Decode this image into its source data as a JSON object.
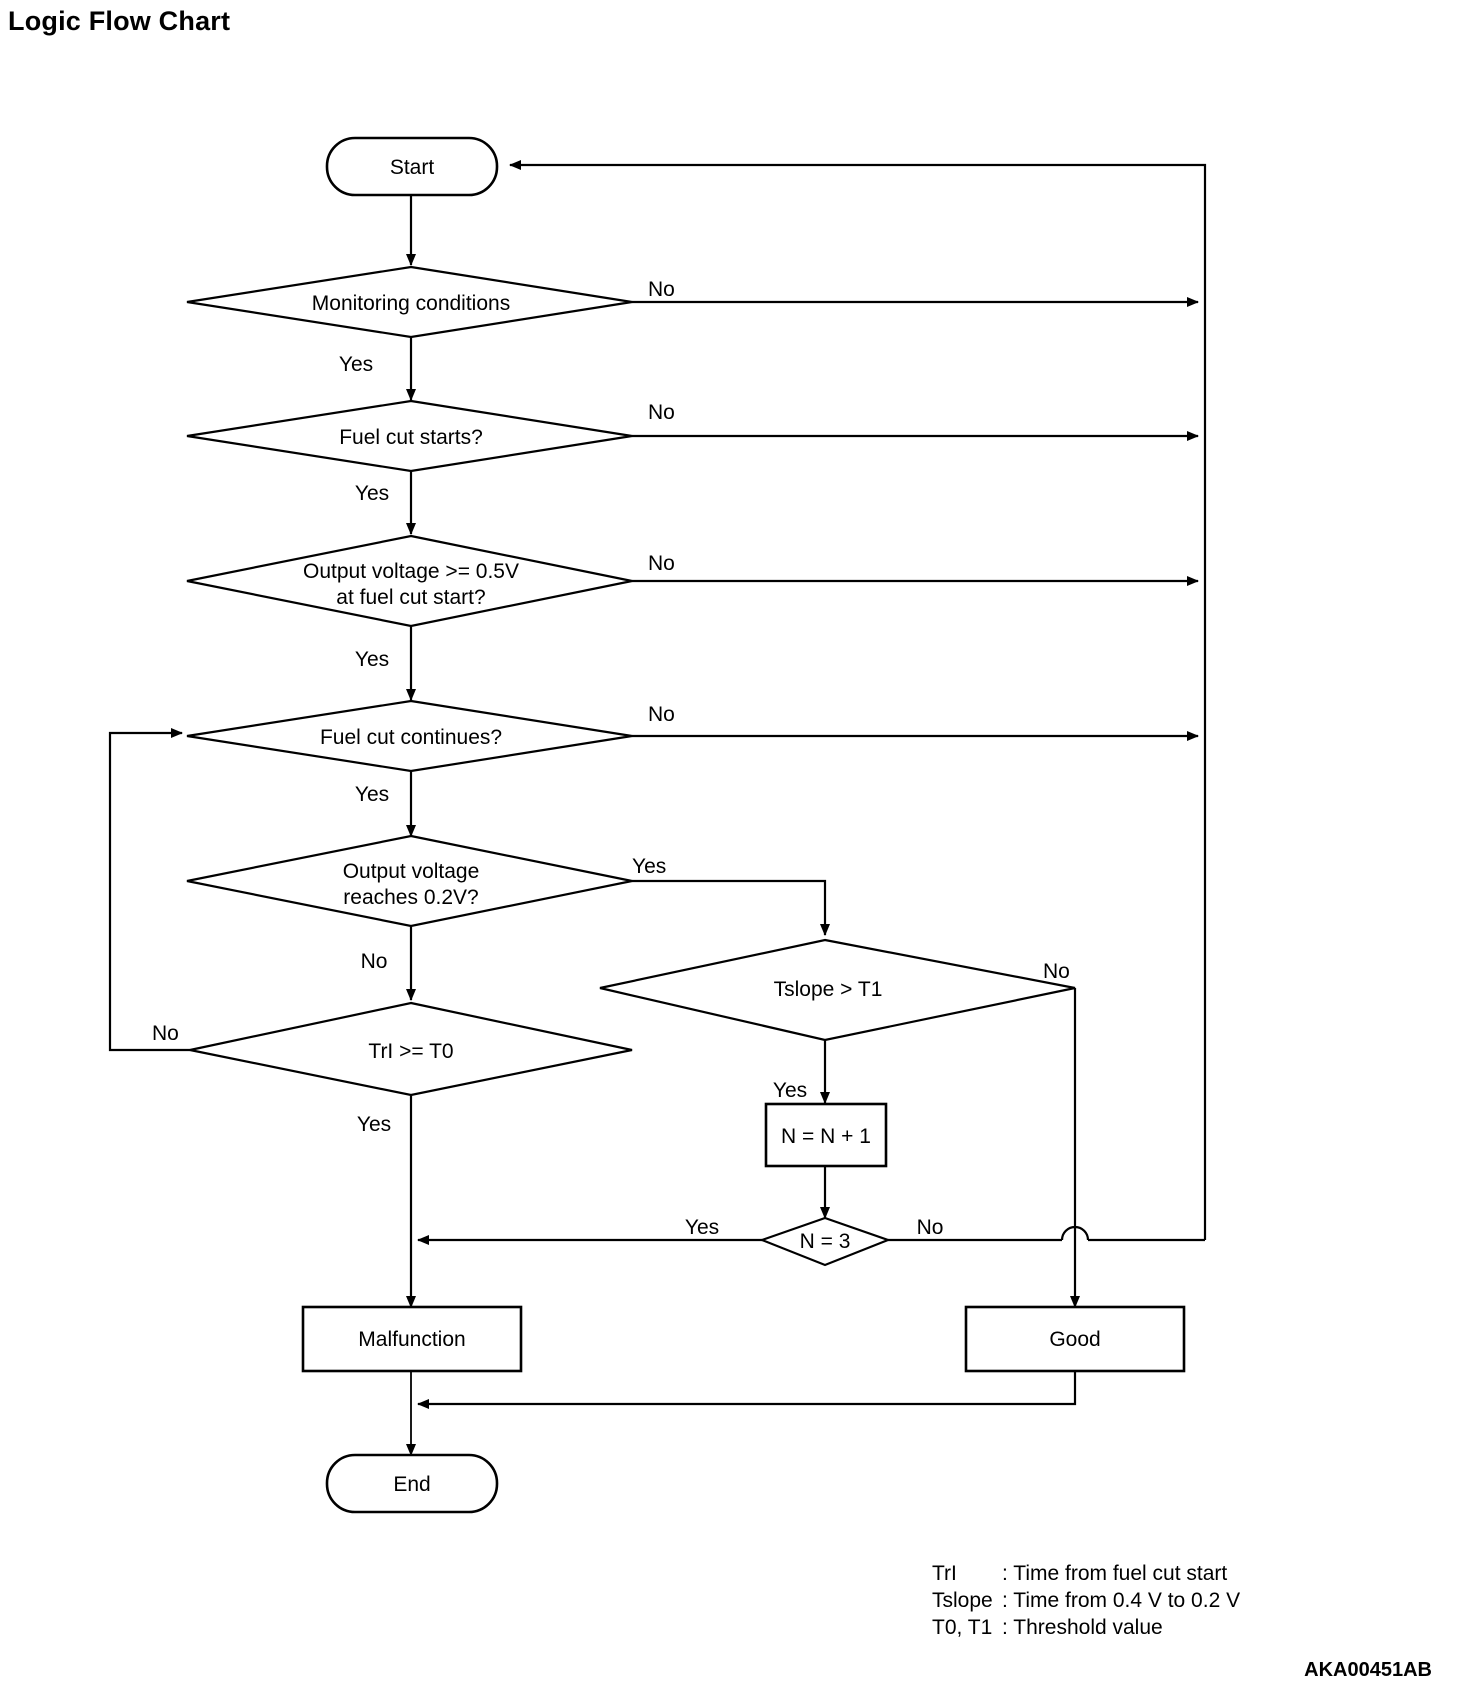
{
  "page": {
    "title": "Logic Flow Chart",
    "corner_code": "AKA00451AB"
  },
  "nodes": {
    "start": "Start",
    "end": "End",
    "d1": "Monitoring conditions",
    "d2": "Fuel cut starts?",
    "d3_line1": "Output voltage >= 0.5V",
    "d3_line2": "at fuel cut start?",
    "d4": "Fuel cut continues?",
    "d5_line1": "Output voltage",
    "d5_line2": "reaches 0.2V?",
    "d6": "TrI >= T0",
    "d7": "Tslope > T1",
    "d8": "N = 3",
    "p1": "N = N + 1",
    "t1": "Malfunction",
    "t2": "Good"
  },
  "edge_labels": {
    "d1_no": "No",
    "d1_yes": "Yes",
    "d2_no": "No",
    "d2_yes": "Yes",
    "d3_no": "No",
    "d3_yes": "Yes",
    "d4_no": "No",
    "d4_yes": "Yes",
    "d5_yes": "Yes",
    "d5_no": "No",
    "d6_no": "No",
    "d6_yes": "Yes",
    "d7_no": "No",
    "d7_yes": "Yes",
    "d8_yes": "Yes",
    "d8_no": "No"
  },
  "legend": {
    "line1_key": "TrI",
    "line1_sep": ": Time from fuel cut start",
    "line2_key": "Tslope",
    "line2_sep": ": Time from 0.4 V to 0.2 V",
    "line3_key": "T0, T1",
    "line3_sep": ": Threshold value"
  },
  "colors": {
    "stroke": "#000000",
    "fill": "#ffffff",
    "text": "#000000"
  },
  "chart_data": {
    "type": "diagram",
    "title": "Logic Flow Chart",
    "nodes": [
      {
        "id": "start",
        "type": "terminator",
        "label": "Start"
      },
      {
        "id": "d1",
        "type": "decision",
        "label": "Monitoring conditions"
      },
      {
        "id": "d2",
        "type": "decision",
        "label": "Fuel cut starts?"
      },
      {
        "id": "d3",
        "type": "decision",
        "label": "Output voltage >= 0.5V at fuel cut start?"
      },
      {
        "id": "d4",
        "type": "decision",
        "label": "Fuel cut continues?"
      },
      {
        "id": "d5",
        "type": "decision",
        "label": "Output voltage reaches 0.2V?"
      },
      {
        "id": "d6",
        "type": "decision",
        "label": "TrI >= T0"
      },
      {
        "id": "d7",
        "type": "decision",
        "label": "Tslope > T1"
      },
      {
        "id": "p1",
        "type": "process",
        "label": "N = N + 1"
      },
      {
        "id": "d8",
        "type": "decision",
        "label": "N = 3"
      },
      {
        "id": "t1",
        "type": "process",
        "label": "Malfunction"
      },
      {
        "id": "t2",
        "type": "process",
        "label": "Good"
      },
      {
        "id": "end",
        "type": "terminator",
        "label": "End"
      }
    ],
    "edges": [
      {
        "from": "start",
        "to": "d1",
        "label": ""
      },
      {
        "from": "d1",
        "to": "start",
        "label": "No"
      },
      {
        "from": "d1",
        "to": "d2",
        "label": "Yes"
      },
      {
        "from": "d2",
        "to": "start",
        "label": "No"
      },
      {
        "from": "d2",
        "to": "d3",
        "label": "Yes"
      },
      {
        "from": "d3",
        "to": "start",
        "label": "No"
      },
      {
        "from": "d3",
        "to": "d4",
        "label": "Yes"
      },
      {
        "from": "d4",
        "to": "start",
        "label": "No"
      },
      {
        "from": "d4",
        "to": "d5",
        "label": "Yes"
      },
      {
        "from": "d5",
        "to": "d7",
        "label": "Yes"
      },
      {
        "from": "d5",
        "to": "d6",
        "label": "No"
      },
      {
        "from": "d6",
        "to": "d4",
        "label": "No"
      },
      {
        "from": "d6",
        "to": "t1",
        "label": "Yes"
      },
      {
        "from": "d7",
        "to": "p1",
        "label": "Yes"
      },
      {
        "from": "d7",
        "to": "t2",
        "label": "No"
      },
      {
        "from": "p1",
        "to": "d8",
        "label": ""
      },
      {
        "from": "d8",
        "to": "t1",
        "label": "Yes"
      },
      {
        "from": "d8",
        "to": "start",
        "label": "No"
      },
      {
        "from": "t1",
        "to": "end",
        "label": ""
      },
      {
        "from": "t2",
        "to": "end",
        "label": ""
      }
    ]
  }
}
